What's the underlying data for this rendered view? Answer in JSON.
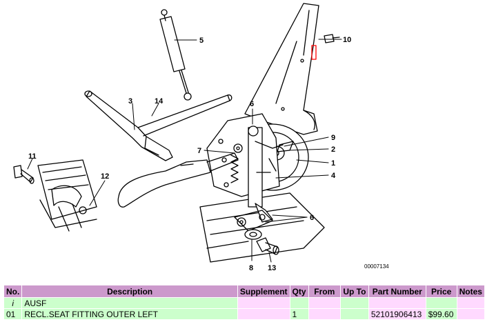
{
  "diagram": {
    "callouts": [
      "1",
      "2",
      "3",
      "4",
      "5",
      "6",
      "6",
      "7",
      "8",
      "9",
      "10",
      "11",
      "12",
      "13",
      "14"
    ],
    "drawing_code": "00007134",
    "highlight_color": "#ff0000"
  },
  "table": {
    "headers": {
      "no": "No.",
      "description": "Description",
      "supplement": "Supplement",
      "qty": "Qty",
      "from": "From",
      "up_to": "Up To",
      "part_number": "Part Number",
      "price": "Price",
      "notes": "Notes"
    },
    "rows": [
      {
        "no": "i",
        "description": "AUSF",
        "supplement": "",
        "qty": "",
        "from": "",
        "up_to": "",
        "part_number": "",
        "price": "",
        "notes": ""
      },
      {
        "no": "01",
        "description": "RECL.SEAT FITTING OUTER LEFT",
        "supplement": "",
        "qty": "1",
        "from": "",
        "up_to": "",
        "part_number": "52101906413",
        "price": "$99.60",
        "notes": ""
      }
    ],
    "colors": {
      "header": "#cc99cc",
      "cell": "#ccffcc",
      "cell_alt": "#ffd9ff"
    }
  }
}
